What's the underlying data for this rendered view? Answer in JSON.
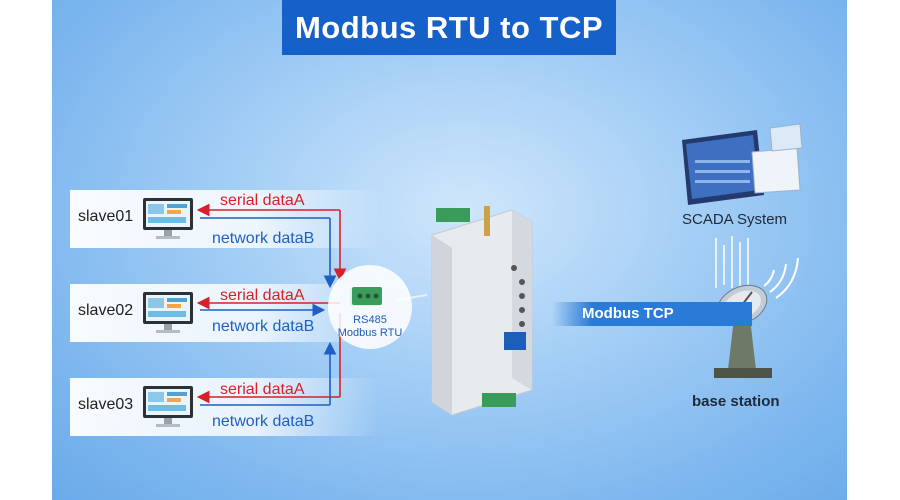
{
  "title": "Modbus RTU to TCP",
  "slaves": [
    {
      "label": "slave01",
      "serial": "serial dataA",
      "network": "network dataB"
    },
    {
      "label": "slave02",
      "serial": "serial dataA",
      "network": "network dataB"
    },
    {
      "label": "slave03",
      "serial": "serial dataA",
      "network": "network dataB"
    }
  ],
  "rs485": {
    "line1": "RS485",
    "line2": "Modbus RTU"
  },
  "link_label": "Modbus TCP",
  "scada_label": "SCADA System",
  "base_label": "base station",
  "colors": {
    "serial": "#d8202a",
    "network": "#1f5fc4",
    "title_bg": "#1660c9",
    "tcp_band": "#2a7ad8"
  }
}
